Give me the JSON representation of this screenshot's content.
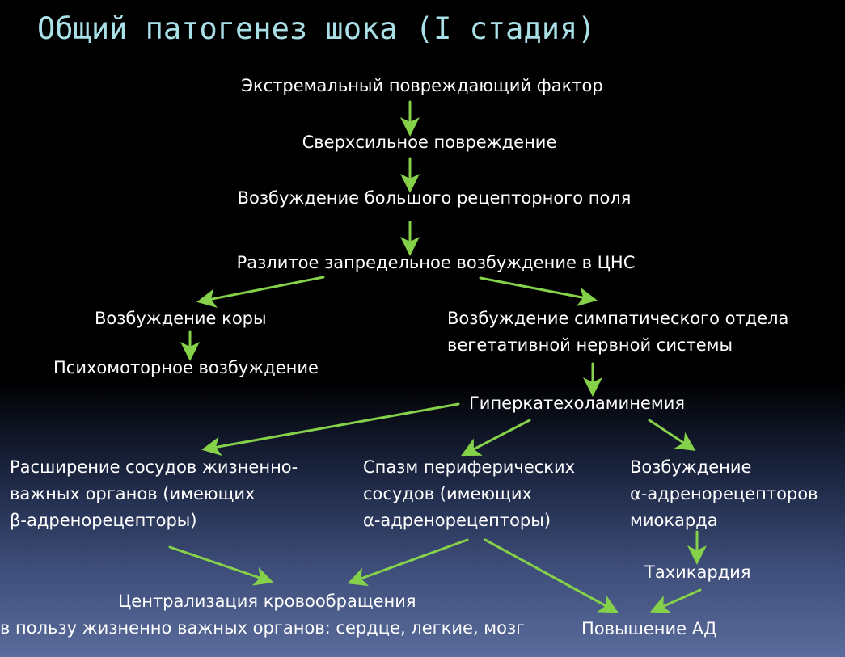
{
  "title": "Общий патогенез шока (I стадия)",
  "nodes": {
    "factor": "Экстремальный повреждающий фактор",
    "damage": "Сверхсильное повреждение",
    "receptor_field": "Возбуждение большого рецепторного поля",
    "cns": "Разлитое запредельное возбуждение в ЦНС",
    "cortex": "Возбуждение коры",
    "psychomotor": "Психомоторное возбуждение",
    "sympathetic_line1": "Возбуждение симпатического отдела",
    "sympathetic_line2": "вегетативной нервной системы",
    "hypercatechol": "Гиперкатехоламинемия",
    "vasodilation_line1": "Расширение сосудов жизненно-",
    "vasodilation_line2": "важных органов (имеющих",
    "vasodilation_line3": "β-адренорецепторы)",
    "spasm_line1": "Спазм периферических",
    "spasm_line2": "сосудов (имеющих",
    "spasm_line3": "α-адренорецепторы)",
    "myocard_line1": "Возбуждение",
    "myocard_line2": "α-адренорецепторов",
    "myocard_line3": "миокарда",
    "tachycardia": "Тахикардия",
    "centralization_line1": "Централизация кровообращения",
    "centralization_line2": "в пользу жизненно важных органов: сердце, легкие, мозг",
    "bp_rise": "Повышение АД"
  },
  "colors": {
    "arrow": "#86d14a",
    "title": "#a9dfe6",
    "text": "#ffffff"
  }
}
